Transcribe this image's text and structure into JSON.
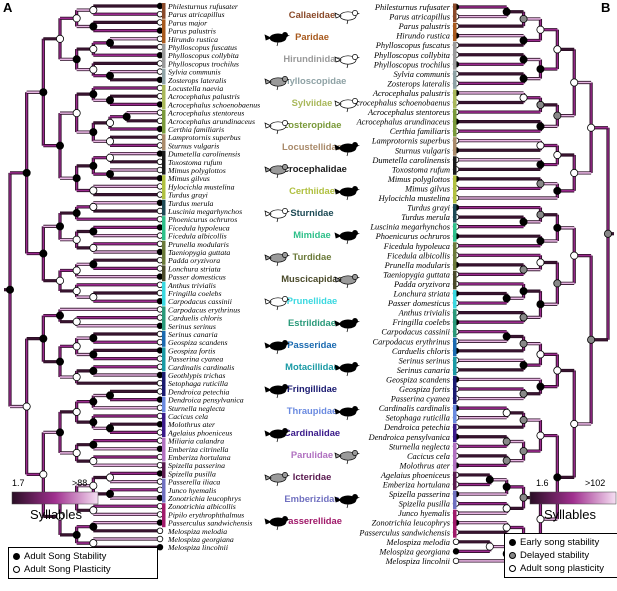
{
  "panels": {
    "left": "A",
    "right": "B"
  },
  "legend_left": {
    "title": "Syllables",
    "min": "1.7",
    "max": ">88"
  },
  "legend_right": {
    "title": "Syllables",
    "min": "1.6",
    "max": ">102"
  },
  "key_left": {
    "items": [
      {
        "label": "Adult Song Stability",
        "fill": "#000000"
      },
      {
        "label": "Adult Song Plasticity",
        "fill": "#ffffff"
      }
    ]
  },
  "key_right": {
    "items": [
      {
        "label": "Early song stability",
        "fill": "#000000"
      },
      {
        "label": "Delayed stability",
        "fill": "#888888"
      },
      {
        "label": "Adult song plasticity",
        "fill": "#ffffff"
      }
    ]
  },
  "colors": {
    "branch_dark": "#3a1430",
    "branch_mid": "#9b2a8e",
    "branch_light": "#e8b6e3"
  },
  "species_left": [
    "Philesturnus rufusater",
    "Parus atricapillus",
    "Parus major",
    "Parus palustris",
    "Hirundo rustica",
    "Phylloscopus fuscatus",
    "Phylloscopus collybita",
    "Phylloscopus trochilus",
    "Sylvia communis",
    "Zosterops lateralis",
    "Locustella naevia",
    "Acrocephalus palustris",
    "Acrocephalus schoenobaenus",
    "Acrocephalus stentoreus",
    "Acrocephalus arundinaceus",
    "Certhia familiaris",
    "Lamprotornis superbus",
    "Sturnus vulgaris",
    "Dumetella carolinensis",
    "Toxostoma rufum",
    "Mimus polyglottos",
    "Mimus gilvus",
    "Hylocichla mustelina",
    "Turdus grayi",
    "Turdus merula",
    "Luscinia megarhynchos",
    "Phoenicurus ochruros",
    "Ficedula hypoleuca",
    "Ficedula albicollis",
    "Prunella modularis",
    "Taeniopygia guttata",
    "Padda oryzivora",
    "Lonchura striata",
    "Passer domesticus",
    "Anthus trivialis",
    "Fringilla coelebs",
    "Carpodacus cassinii",
    "Carpodacus erythrinus",
    "Carduelis chloris",
    "Serinus serinus",
    "Serinus canaria",
    "Geospiza scandens",
    "Geospiza fortis",
    "Passerina cyanea",
    "Cardinalis cardinalis",
    "Geothlypis trichas",
    "Setophaga ruticilla",
    "Dendroica petechia",
    "Dendroica pensylvanica",
    "Sturnella neglecta",
    "Cacicus cela",
    "Molothrus ater",
    "Agelaius phoeniceus",
    "Miliaria calandra",
    "Emberiza citrinella",
    "Emberiza hortulana",
    "Spizella passerina",
    "Spizella pusilla",
    "Passerella iliaca",
    "Junco hyemalis",
    "Zonotrichia leucophrys",
    "Zonotrichia albicollis",
    "Pipilo erythrophthalmus",
    "Passerculus sandwichensis",
    "Melospiza melodia",
    "Melospiza georgiana",
    "Melospiza lincolnii"
  ],
  "species_right": [
    "Philesturnus rufusater",
    "Parus atricapillus",
    "Parus palustris",
    "Hirundo rustica",
    "Phylloscopus fuscatus",
    "Phylloscopus collybita",
    "Phylloscopus trochilus",
    "Sylvia communis",
    "Zosterops lateralis",
    "Acrocephalus palustris",
    "Acrocephalus schoenobaenus",
    "Acrocephalus stentoreus",
    "Acrocephalus arundinaceus",
    "Certhia familiaris",
    "Lamprotornis superbus",
    "Sturnus vulgaris",
    "Dumetella carolinensis",
    "Toxostoma rufum",
    "Mimus polyglottos",
    "Mimus gilvus",
    "Hylocichla mustelina",
    "Turdus grayi",
    "Turdus merula",
    "Luscinia megarhynchos",
    "Phoenicurus ochruros",
    "Ficedula hypoleuca",
    "Ficedula albicollis",
    "Prunella modularis",
    "Taeniopygia guttata",
    "Padda oryzivora",
    "Lonchura striata",
    "Passer domesticus",
    "Anthus trivialis",
    "Fringilla coelebs",
    "Carpodacus cassinii",
    "Carpodacus erythrinus",
    "Carduelis chloris",
    "Serinus serinus",
    "Serinus canaria",
    "Geospiza scandens",
    "Geospiza fortis",
    "Passerina cyanea",
    "Cardinalis cardinalis",
    "Setophaga ruticilla",
    "Dendroica petechia",
    "Dendroica pensylvanica",
    "Sturnella neglecta",
    "Cacicus cela",
    "Molothrus ater",
    "Agelaius phoeniceus",
    "Emberiza hortulana",
    "Spizella passerina",
    "Spizella pusilla",
    "Junco hyemalis",
    "Zonotrichia leucophrys",
    "Passerculus sandwichensis",
    "Melospiza melodia",
    "Melospiza georgiana",
    "Melospiza lincolnii"
  ],
  "families": [
    {
      "name": "Callaeidae",
      "color": "#8a4a2a",
      "silhouette": "white"
    },
    {
      "name": "Paridae",
      "color": "#a85a1e",
      "silhouette": "black"
    },
    {
      "name": "Hirundinidae",
      "color": "#9a9a9a",
      "silhouette": "white"
    },
    {
      "name": "Phylloscopidae",
      "color": "#8ea2a5",
      "silhouette": "gray"
    },
    {
      "name": "Sylviidae",
      "color": "#a9b85a",
      "silhouette": "white"
    },
    {
      "name": "Zosteropidae",
      "color": "#7a9a3a",
      "silhouette": "white"
    },
    {
      "name": "Locustellidae",
      "color": "#a98a6a",
      "silhouette": "black"
    },
    {
      "name": "Acrocephalidae",
      "color": "#1a1a1a",
      "silhouette": "gray"
    },
    {
      "name": "Certhiidae",
      "color": "#b0c040",
      "silhouette": "black"
    },
    {
      "name": "Sturnidae",
      "color": "#1d4a55",
      "silhouette": "white"
    },
    {
      "name": "Mimidae",
      "color": "#2ec08a",
      "silhouette": "black"
    },
    {
      "name": "Turdidae",
      "color": "#6b7a3a",
      "silhouette": "gray"
    },
    {
      "name": "Muscicapidae",
      "color": "#4a4a2a",
      "silhouette": "gray"
    },
    {
      "name": "Prunellidae",
      "color": "#3ad8e0",
      "silhouette": "white"
    },
    {
      "name": "Estrildidae",
      "color": "#2a9a7a",
      "silhouette": "black"
    },
    {
      "name": "Passeridae",
      "color": "#1a6ab0",
      "silhouette": "black"
    },
    {
      "name": "Motacillidae",
      "color": "#1a9aa5",
      "silhouette": "black"
    },
    {
      "name": "Fringillidae",
      "color": "#1a1a70",
      "silhouette": "black"
    },
    {
      "name": "Thraupidae",
      "color": "#6a8ae0",
      "silhouette": "black"
    },
    {
      "name": "Cardinalidae",
      "color": "#3a1a8a",
      "silhouette": "black"
    },
    {
      "name": "Parulidae",
      "color": "#b070c0",
      "silhouette": "gray"
    },
    {
      "name": "Icteridae",
      "color": "#5a1a50",
      "silhouette": "gray"
    },
    {
      "name": "Emberizidae",
      "color": "#7070c0",
      "silhouette": "black"
    },
    {
      "name": "Passerellidae",
      "color": "#a01a6a",
      "silhouette": "black"
    }
  ]
}
